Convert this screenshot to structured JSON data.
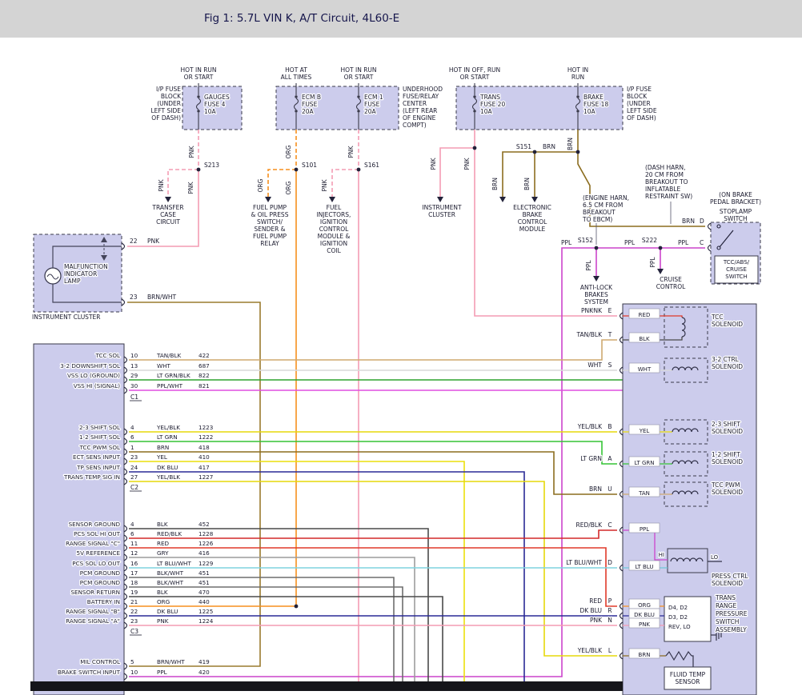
{
  "title": "Fig 1: 5.7L VIN K, A/T Circuit, 4L60-E",
  "wire_colors": {
    "PNK": "#f49cb4",
    "ORG": "#f78f1e",
    "BRN": "#8c6d1f",
    "BRN/WHT": "#9a7b2e",
    "TAN/BLK": "#cfa96f",
    "TAN": "#cfa96f",
    "WHT": "#d9d9d9",
    "LT GRN": "#35c435",
    "LT GRN/BLK": "#2ea32e",
    "YEL": "#ecdf0c",
    "YEL/BLK": "#e6d90a",
    "DK BLU": "#2a2a96",
    "LT BLU/WHT": "#7fd4df",
    "LT BLU": "#6fc9d8",
    "PPL": "#cc44cc",
    "PPL/WHT": "#e14fe1",
    "RED": "#e03a2a",
    "RED/BLK": "#d42a2a",
    "GRY": "#9c9c9c",
    "BLK": "#4a4a4a",
    "BLK/WHT": "#6e6e6e"
  },
  "power": {
    "hot_labels": [
      "HOT IN RUN|OR START",
      "HOT AT|ALL TIMES",
      "HOT IN RUN|OR START",
      "HOT IN OFF, RUN|OR START",
      "HOT IN|RUN"
    ],
    "blocks": [
      {
        "label": "I/P FUSE|BLOCK|(UNDER|LEFT SIDE|OF DASH)"
      },
      {
        "label": "UNDERHOOD|FUSE/RELAY|CENTER|(LEFT REAR|OF ENGINE|COMPT)"
      },
      {
        "label": "I/P FUSE|BLOCK|(UNDER|LEFT SIDE|OF DASH)"
      }
    ],
    "fuses": [
      {
        "name": "GAUGES|FUSE 4",
        "rating": "10A"
      },
      {
        "name": "ECM B|FUSE",
        "rating": "20A"
      },
      {
        "name": "ECM 1|FUSE",
        "rating": "20A"
      },
      {
        "name": "TRANS|FUSE 20",
        "rating": "10A"
      },
      {
        "name": "BRAKE|FUSE 18",
        "rating": "10A"
      }
    ]
  },
  "splices": [
    "S213",
    "S101",
    "S161",
    "S151",
    "S152",
    "S222"
  ],
  "destinations": [
    "TRANSFER|CASE|CIRCUIT",
    "FUEL PUMP|& OIL PRESS|SWITCH/|SENDER &|FUEL PUMP|RELAY",
    "FUEL|INJECTORS,|IGNITION|CONTROL|MODULE &|IGNITION|COIL",
    "INSTRUMENT|CLUSTER",
    "ELECTRONIC|BRAKE|CONTROL|MODULE",
    "ANTI-LOCK|BRAKES|SYSTEM",
    "CRUISE|CONTROL"
  ],
  "notes": [
    "(DASH HARN,|20 CM FROM|BREAKOUT TO|INFLATABLE|RESTRAINT SW)",
    "(ENGINE HARN,|6.5 CM FROM|BREAKOUT|TO EBCM)"
  ],
  "wire_tags": [
    "PNK",
    "PNK",
    "PNK",
    "ORG",
    "ORG",
    "ORG",
    "PNK",
    "PNK",
    "PNK",
    "PNK",
    "BRN",
    "BRN",
    "BRN",
    "PPL",
    "PPL"
  ],
  "inline_tags": [
    "BRN",
    "PPL",
    "PPL"
  ],
  "instrument_cluster": {
    "label": "INSTRUMENT CLUSTER",
    "component": "MALFUNCTION|INDICATOR|LAMP",
    "pins": [
      {
        "num": "22",
        "wire": "PNK"
      },
      {
        "num": "23",
        "wire": "BRN/WHT"
      }
    ]
  },
  "stoplamp_switch": {
    "bracket_note": "(ON BRAKE|PEDAL BRACKET)",
    "name": "STOPLAMP|SWITCH",
    "inner_label": "TCC/ABS/|CRUISE|SWITCH",
    "pins": [
      {
        "letter": "D",
        "wire": "BRN"
      },
      {
        "letter": "C",
        "wire": "PPL"
      }
    ]
  },
  "pcm": {
    "connectors": [
      {
        "id": "C1",
        "rows": [
          {
            "signal": "TCC SOL",
            "pin": "10",
            "wire": "TAN/BLK",
            "circuit": "422"
          },
          {
            "signal": "3-2 DOWNSHIFT SOL",
            "pin": "13",
            "wire": "WHT",
            "circuit": "687"
          },
          {
            "signal": "VSS LO (GROUND)",
            "pin": "29",
            "wire": "LT GRN/BLK",
            "circuit": "822"
          },
          {
            "signal": "VSS HI (SIGNAL)",
            "pin": "30",
            "wire": "PPL/WHT",
            "circuit": "821"
          }
        ]
      },
      {
        "id": "C2",
        "rows": [
          {
            "signal": "2-3 SHIFT SOL",
            "pin": "4",
            "wire": "YEL/BLK",
            "circuit": "1223"
          },
          {
            "signal": "1-2 SHIFT SOL",
            "pin": "6",
            "wire": "LT GRN",
            "circuit": "1222"
          },
          {
            "signal": "TCC PWM SOL",
            "pin": "1",
            "wire": "BRN",
            "circuit": "418"
          },
          {
            "signal": "ECT SENS INPUT",
            "pin": "23",
            "wire": "YEL",
            "circuit": "410"
          },
          {
            "signal": "TP SENS INPUT",
            "pin": "24",
            "wire": "DK BLU",
            "circuit": "417"
          },
          {
            "signal": "TRANS TEMP SIG IN",
            "pin": "27",
            "wire": "YEL/BLK",
            "circuit": "1227"
          }
        ]
      },
      {
        "id": "C3",
        "rows": [
          {
            "signal": "SENSOR GROUND",
            "pin": "4",
            "wire": "BLK",
            "circuit": "452"
          },
          {
            "signal": "PCS SOL HI OUT",
            "pin": "6",
            "wire": "RED/BLK",
            "circuit": "1228"
          },
          {
            "signal": "RANGE SIGNAL \"C\"",
            "pin": "11",
            "wire": "RED",
            "circuit": "1226"
          },
          {
            "signal": "5V REFERENCE",
            "pin": "12",
            "wire": "GRY",
            "circuit": "416"
          },
          {
            "signal": "PCS SOL LO OUT",
            "pin": "16",
            "wire": "LT BLU/WHT",
            "circuit": "1229"
          },
          {
            "signal": "PCM GROUND",
            "pin": "17",
            "wire": "BLK/WHT",
            "circuit": "451"
          },
          {
            "signal": "PCM GROUND",
            "pin": "18",
            "wire": "BLK/WHT",
            "circuit": "451"
          },
          {
            "signal": "SENSOR RETURN",
            "pin": "19",
            "wire": "BLK",
            "circuit": "470"
          },
          {
            "signal": "BATTERY IN",
            "pin": "21",
            "wire": "ORG",
            "circuit": "440"
          },
          {
            "signal": "RANGE SIGNAL \"B\"",
            "pin": "22",
            "wire": "DK BLU",
            "circuit": "1225"
          },
          {
            "signal": "RANGE SIGNAL \"A\"",
            "pin": "23",
            "wire": "PNK",
            "circuit": "1224"
          }
        ]
      },
      {
        "id": "",
        "rows": [
          {
            "signal": "MIL CONTROL",
            "pin": "5",
            "wire": "BRN/WHT",
            "circuit": "419"
          },
          {
            "signal": "BRAKE SWITCH INPUT",
            "pin": "10",
            "wire": "PPL",
            "circuit": "420"
          }
        ]
      }
    ]
  },
  "transmission": {
    "devices": [
      {
        "name": "TCC|SOLENOID",
        "pins": [
          {
            "ext": "PNK",
            "letter": "E",
            "int": "RED"
          },
          {
            "ext": "TAN/BLK",
            "letter": "T",
            "int": "BLK"
          }
        ]
      },
      {
        "name": "3-2 CTRL|SOLENOID",
        "pins": [
          {
            "ext": "WHT",
            "letter": "S",
            "int": "WHT"
          }
        ]
      },
      {
        "name": "2-3 SHIFT|SOLENOID",
        "pins": [
          {
            "ext": "YEL/BLK",
            "letter": "B",
            "int": "YEL"
          }
        ]
      },
      {
        "name": "1-2 SHIFT|SOLENOID",
        "pins": [
          {
            "ext": "LT GRN",
            "letter": "A",
            "int": "LT GRN"
          }
        ]
      },
      {
        "name": "TCC PWM|SOLENOID",
        "pins": [
          {
            "ext": "BRN",
            "letter": "U",
            "int": "TAN"
          }
        ]
      },
      {
        "name": "PRESS CTRL|SOLENOID",
        "marks": [
          "HI",
          "LO"
        ],
        "pins": [
          {
            "ext": "RED/BLK",
            "letter": "C",
            "int": "PPL"
          },
          {
            "ext": "LT BLU/WHT",
            "letter": "D",
            "int": "LT BLU"
          }
        ]
      },
      {
        "name": "TRANS|RANGE|PRESSURE|SWITCH|ASSEMBLY",
        "positions": [
          "D4, D2",
          "D3, D2",
          "REV, LO"
        ],
        "pins": [
          {
            "ext": "RED",
            "letter": "P",
            "int": "ORG"
          },
          {
            "ext": "DK BLU",
            "letter": "R",
            "int": "DK BLU"
          },
          {
            "ext": "PNK",
            "letter": "N",
            "int": "PNK"
          }
        ]
      },
      {
        "name": "FLUID TEMP|SENSOR",
        "pins": [
          {
            "ext": "YEL/BLK",
            "letter": "L",
            "int": "BRN"
          }
        ]
      }
    ]
  }
}
